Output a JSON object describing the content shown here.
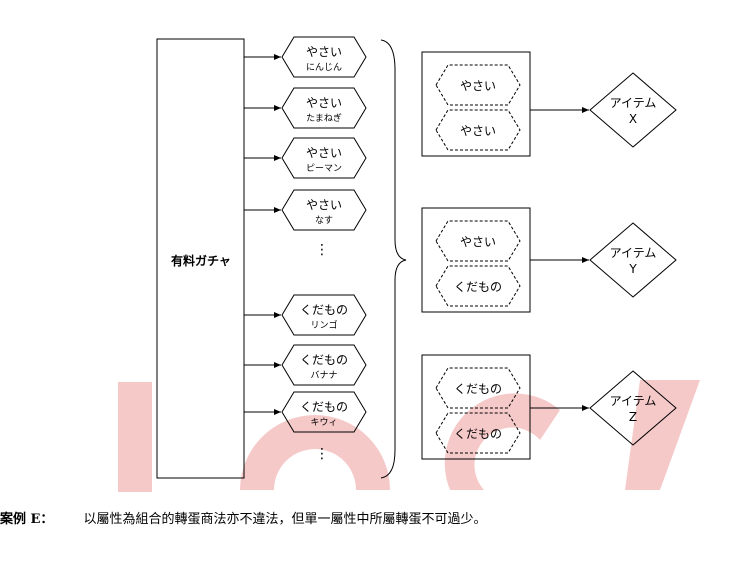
{
  "gacha_label": "有料ガチャ",
  "sources": [
    {
      "category": "やさい",
      "item": "にんじん"
    },
    {
      "category": "やさい",
      "item": "たまねぎ"
    },
    {
      "category": "やさい",
      "item": "ピーマン"
    },
    {
      "category": "やさい",
      "item": "なす"
    },
    {
      "category": "くだもの",
      "item": "リンゴ"
    },
    {
      "category": "くだもの",
      "item": "バナナ"
    },
    {
      "category": "くだもの",
      "item": "キウィ"
    }
  ],
  "ellipsis": "⋮",
  "combos": [
    {
      "slots": [
        "やさい",
        "やさい"
      ],
      "result_label": "アイテム",
      "result_id": "X"
    },
    {
      "slots": [
        "やさい",
        "くだもの"
      ],
      "result_label": "アイテム",
      "result_id": "Y"
    },
    {
      "slots": [
        "くだもの",
        "くだもの"
      ],
      "result_label": "アイテム",
      "result_id": "Z"
    }
  ],
  "caption": {
    "label": "案例 E：",
    "text": "以屬性為組合的轉蛋商法亦不違法，但單一屬性中所屬轉蛋不可過少。"
  },
  "colors": {
    "watermark": "#f6c9c9"
  }
}
